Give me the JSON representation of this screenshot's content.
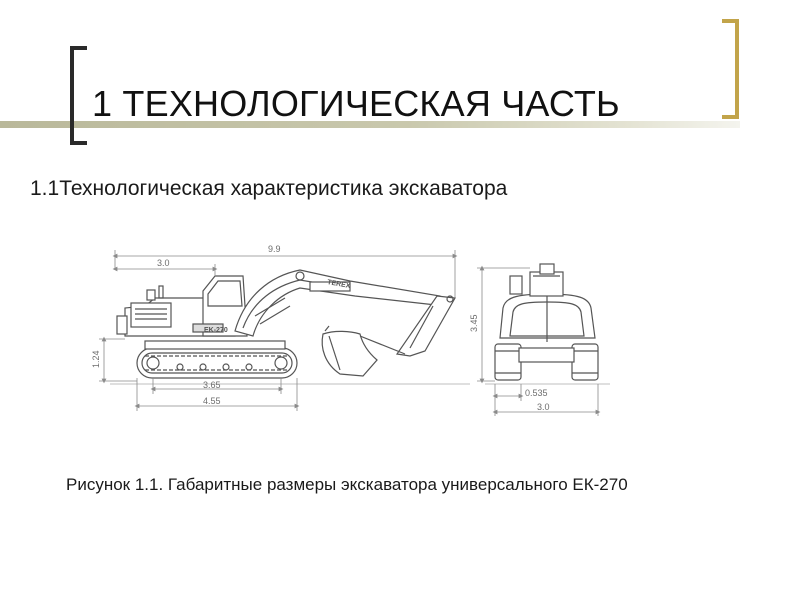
{
  "slide": {
    "title": "1 ТЕХНОЛОГИЧЕСКАЯ ЧАСТЬ",
    "subtitle": "1.1Технологическая характеристика экскаватора",
    "caption": "Рисунок  1.1. Габаритные размеры экскаватора универсального ЕК-270"
  },
  "figure": {
    "side_view_label": "TEREX",
    "side_view_badge": "EK-270",
    "dimensions": {
      "overall_length": "9.9",
      "rear_length": "3.0",
      "height_ground_clearance": "1.24",
      "track_contact_length": "3.65",
      "track_length": "4.55",
      "overall_height": "3.45",
      "track_shoe_width": "0.535",
      "overall_width": "3.0"
    }
  },
  "colors": {
    "title_rule": "#c9c8ad",
    "left_bracket": "#2a2a2a",
    "right_bracket": "#c2a44a",
    "drawing_line": "#555555",
    "dimension_line": "#8a8a8a"
  }
}
